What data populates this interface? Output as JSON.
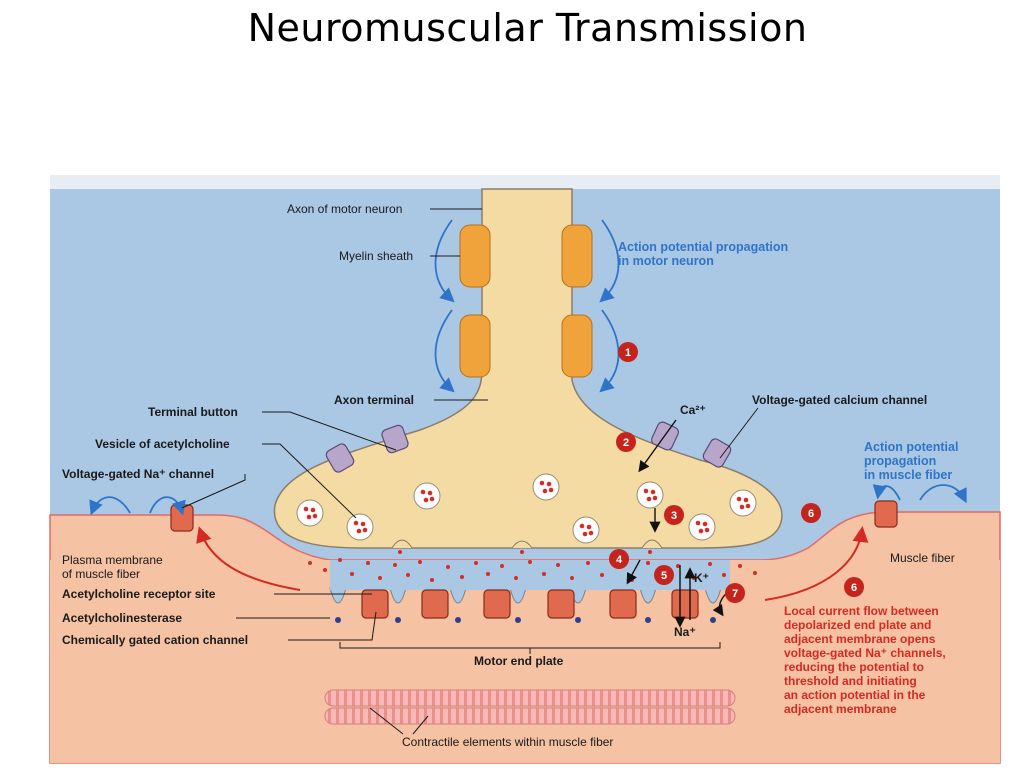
{
  "title": "Neuromuscular Transmission",
  "labels": {
    "axon": "Axon of motor neuron",
    "myelin": "Myelin sheath",
    "axon_terminal": "Axon terminal",
    "terminal_button": "Terminal button",
    "vesicle": "Vesicle of acetylcholine",
    "vg_na": "Voltage-gated Na⁺ channel",
    "plasma_1": "Plasma membrane",
    "plasma_2": "of muscle fiber",
    "ach_receptor": "Acetylcholine receptor site",
    "ache": "Acetylcholinesterase",
    "chem_gated": "Chemically gated cation channel",
    "motor_end_plate": "Motor end plate",
    "contractile": "Contractile elements within muscle fiber",
    "ca": "Ca²⁺",
    "vg_ca": "Voltage-gated calcium channel",
    "muscle_fiber": "Muscle fiber",
    "k": "K⁺",
    "na": "Na⁺"
  },
  "blue_text": {
    "ap_neuron": [
      "Action potential propagation",
      "in motor neuron"
    ],
    "ap_muscle": [
      "Action potential",
      "propagation",
      "in muscle fiber"
    ]
  },
  "red_text": {
    "local_current": [
      "Local current flow between",
      "depolarized end plate and",
      "adjacent membrane opens",
      "voltage-gated Na⁺ channels,",
      "reducing the potential to",
      "threshold and initiating",
      "an action potential in the",
      "adjacent membrane"
    ]
  },
  "badges": {
    "b1": "1",
    "b2": "2",
    "b3": "3",
    "b4": "4",
    "b5": "5",
    "b6a": "6",
    "b6b": "6",
    "b7": "7"
  },
  "colors": {
    "extracellular": "#aac8e4",
    "neuron": "#f4dba3",
    "myelin": "#efa33a",
    "muscle": "#f5c2a3",
    "badge": "#c5241d",
    "ach": "#d92b24",
    "blue_text": "#2f74c9",
    "red_text": "#d42a23"
  }
}
